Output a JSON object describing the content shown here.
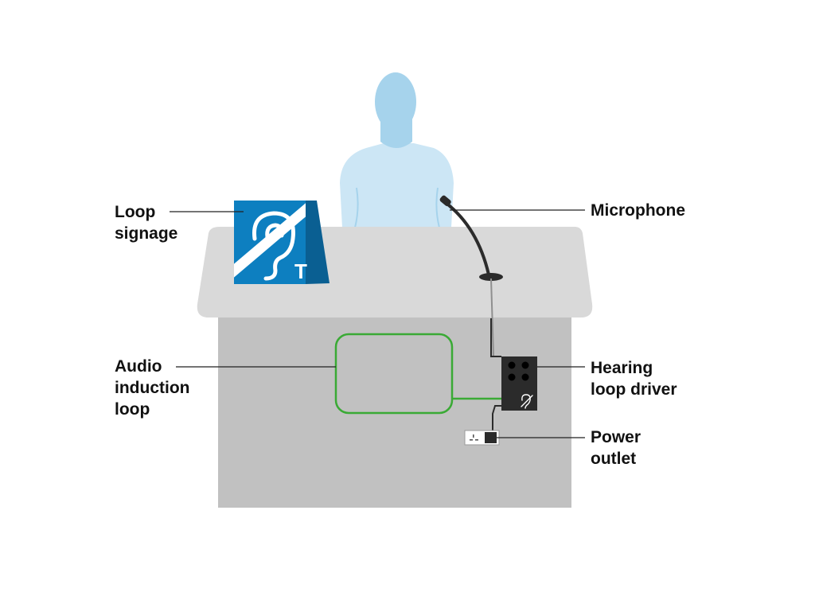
{
  "labels": {
    "loop_signage": [
      "Loop",
      "signage"
    ],
    "microphone": [
      "Microphone"
    ],
    "audio_induction_loop": [
      "Audio",
      "induction",
      "loop"
    ],
    "hearing_loop_driver": [
      "Hearing",
      "loop driver"
    ],
    "power_outlet": [
      "Power",
      "outlet"
    ]
  },
  "signage": {
    "letter": "T"
  },
  "colors": {
    "figure": "#a6d3ec",
    "figure_body": "#cce6f5",
    "lectern_top": "#d9d9d9",
    "lectern_body": "#c1c1c1",
    "sign_blue": "#0d7fc0",
    "sign_blue_dark": "#0a5f92",
    "loop_green": "#3aaa35",
    "device": "#2b2b2b",
    "leader": "#222222"
  },
  "icons": [
    "hearing-loop-ear-icon",
    "hearing-loop-mini-icon",
    "power-socket-icon"
  ]
}
